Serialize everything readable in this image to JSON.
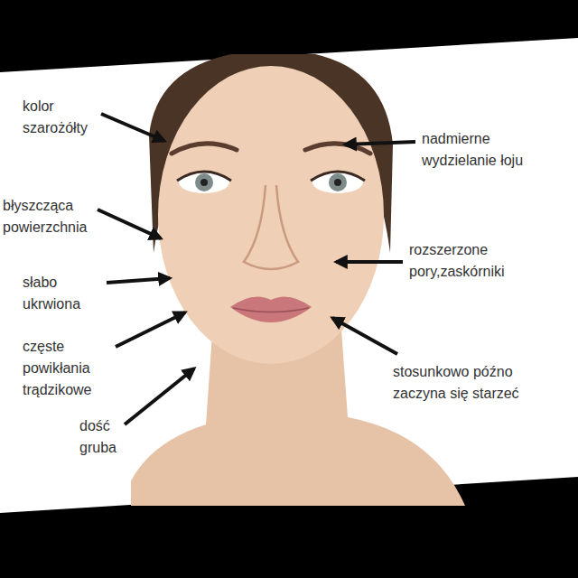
{
  "diagram": {
    "labels": [
      "kolor szarożółty",
      "nadmierne wydzielanie łoju",
      "błyszcząca powierzchnia",
      "rozszerzone pory,zaskórniki",
      "słabo ukrwiona",
      "częste powikłania trądzikowe",
      "stosunkowo późno zaczyna się starzeć",
      "dość gruba"
    ]
  }
}
